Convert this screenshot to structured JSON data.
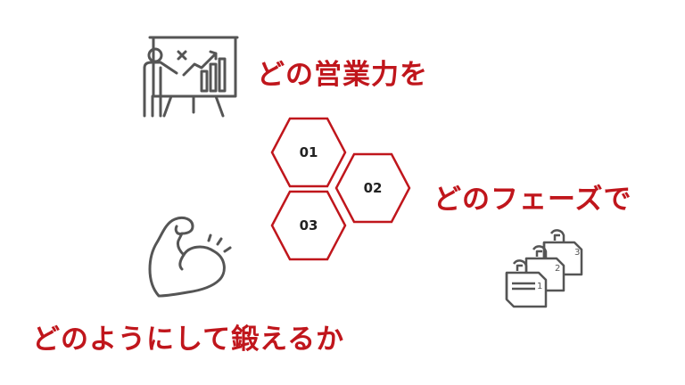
{
  "headings": {
    "what": "どの営業力を",
    "when": "どのフェーズで",
    "how": "どのようにして鍛えるか"
  },
  "hexagons": [
    {
      "label": "01"
    },
    {
      "label": "02"
    },
    {
      "label": "03"
    }
  ],
  "icons": {
    "presenter": "presentation-board-icon",
    "muscle": "flexed-arm-icon",
    "phases": "stacked-phase-boxes-icon"
  },
  "phase_box_numbers": [
    "1",
    "2",
    "3"
  ],
  "colors": {
    "accent": "#c0161c",
    "icon_stroke": "#555555"
  }
}
